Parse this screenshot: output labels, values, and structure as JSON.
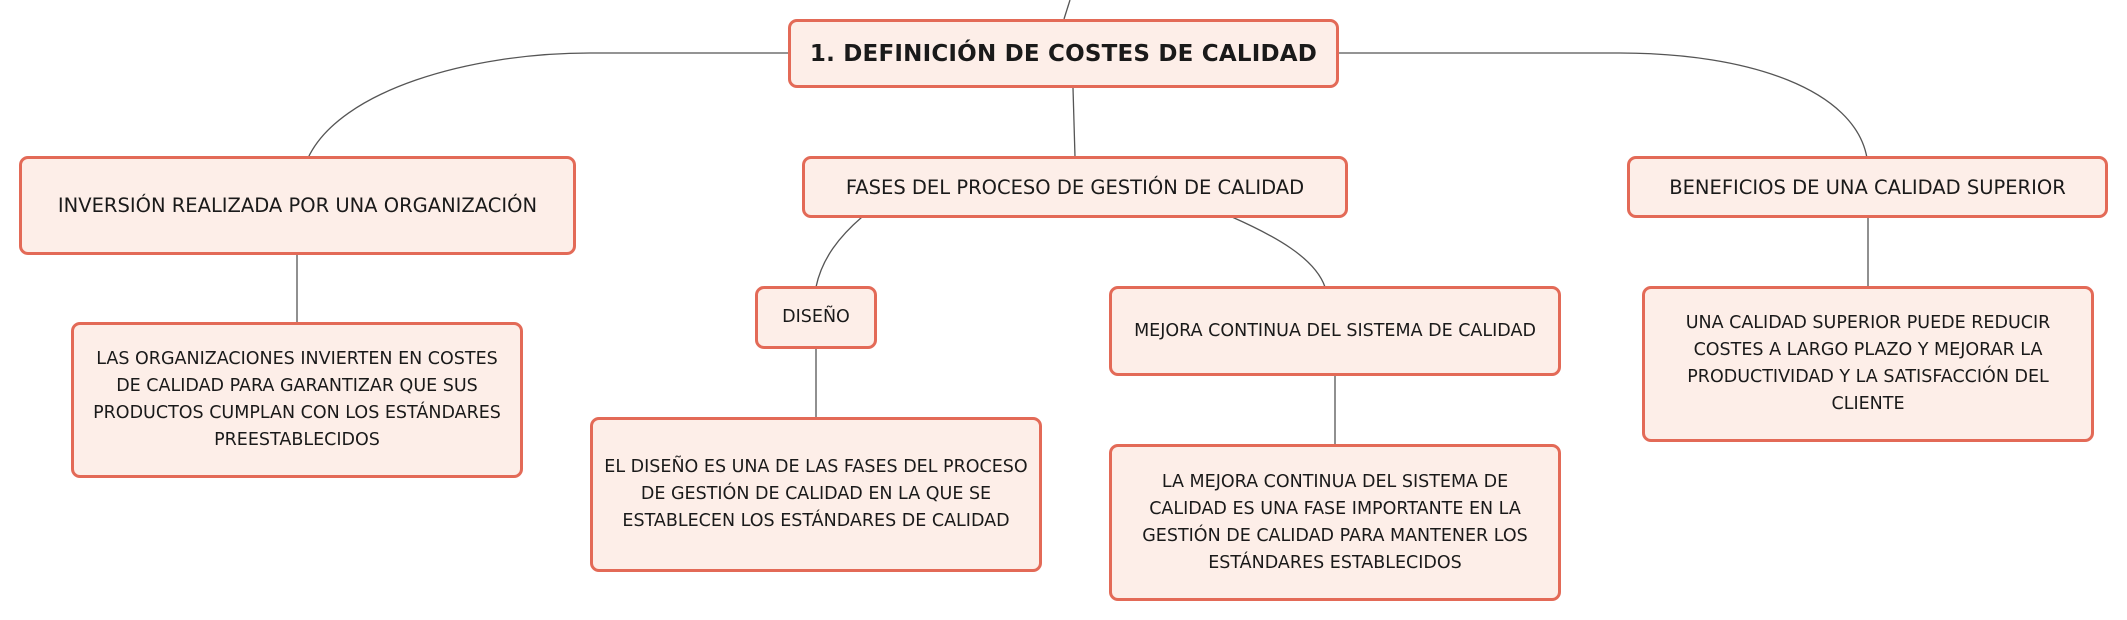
{
  "diagram": {
    "root": {
      "label": "1. DEFINICIÓN DE COSTES DE CALIDAD"
    },
    "branches": [
      {
        "label": "INVERSIÓN REALIZADA POR UNA ORGANIZACIÓN",
        "children": [
          {
            "label": "LAS ORGANIZACIONES INVIERTEN EN COSTES DE CALIDAD PARA GARANTIZAR QUE SUS PRODUCTOS CUMPLAN CON LOS ESTÁNDARES PREESTABLECIDOS"
          }
        ]
      },
      {
        "label": "FASES DEL PROCESO DE GESTIÓN DE CALIDAD",
        "children": [
          {
            "label": "DISEÑO",
            "children": [
              {
                "label": "EL DISEÑO ES UNA DE LAS FASES DEL PROCESO DE GESTIÓN DE CALIDAD EN LA QUE SE ESTABLECEN LOS ESTÁNDARES DE CALIDAD"
              }
            ]
          },
          {
            "label": "MEJORA CONTINUA DEL SISTEMA DE CALIDAD",
            "children": [
              {
                "label": "LA MEJORA CONTINUA DEL SISTEMA DE CALIDAD ES UNA FASE IMPORTANTE EN LA GESTIÓN DE CALIDAD PARA MANTENER LOS ESTÁNDARES ESTABLECIDOS"
              }
            ]
          }
        ]
      },
      {
        "label": "BENEFICIOS DE UNA CALIDAD SUPERIOR",
        "children": [
          {
            "label": "UNA CALIDAD SUPERIOR PUEDE REDUCIR COSTES A LARGO PLAZO Y MEJORAR LA PRODUCTIVIDAD Y LA SATISFACCIÓN DEL CLIENTE"
          }
        ]
      }
    ]
  },
  "colors": {
    "node_fill": "#fdeee8",
    "node_border": "#e36a57",
    "connector": "#555555",
    "text": "#1a1a1a"
  }
}
